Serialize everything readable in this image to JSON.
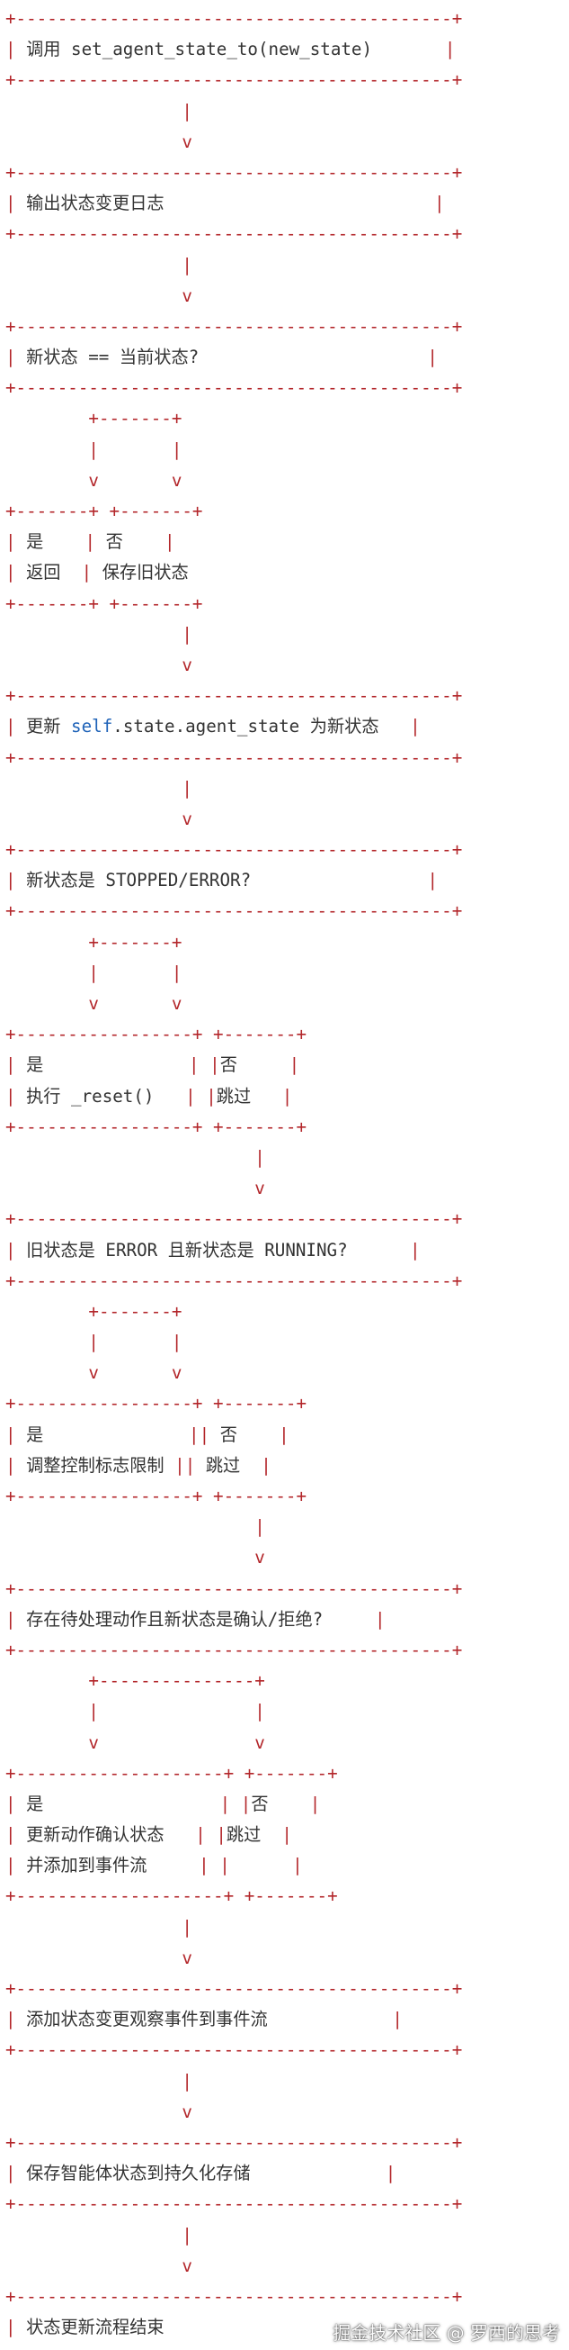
{
  "diagram": {
    "lines": [
      [
        {
          "t": "+------------------------------------------+",
          "k": "b"
        }
      ],
      [
        {
          "t": "| ",
          "k": "b"
        },
        {
          "t": "调用 set_agent_state_to(new_state)",
          "k": "t"
        },
        {
          "t": "       |",
          "k": "b"
        }
      ],
      [
        {
          "t": "+------------------------------------------+",
          "k": "b"
        }
      ],
      [
        {
          "t": "                 |",
          "k": "b"
        }
      ],
      [
        {
          "t": "                 v",
          "k": "b"
        }
      ],
      [
        {
          "t": "+------------------------------------------+",
          "k": "b"
        }
      ],
      [
        {
          "t": "| ",
          "k": "b"
        },
        {
          "t": "输出状态变更日志",
          "k": "t"
        },
        {
          "t": "                          |",
          "k": "b"
        }
      ],
      [
        {
          "t": "+------------------------------------------+",
          "k": "b"
        }
      ],
      [
        {
          "t": "                 |",
          "k": "b"
        }
      ],
      [
        {
          "t": "                 v",
          "k": "b"
        }
      ],
      [
        {
          "t": "+------------------------------------------+",
          "k": "b"
        }
      ],
      [
        {
          "t": "| ",
          "k": "b"
        },
        {
          "t": "新状态 == 当前状态?",
          "k": "t"
        },
        {
          "t": "                      |",
          "k": "b"
        }
      ],
      [
        {
          "t": "+------------------------------------------+",
          "k": "b"
        }
      ],
      [
        {
          "t": "        +-------+",
          "k": "b"
        }
      ],
      [
        {
          "t": "        |       |",
          "k": "b"
        }
      ],
      [
        {
          "t": "        v       v",
          "k": "b"
        }
      ],
      [
        {
          "t": "+-------+ +-------+",
          "k": "b"
        }
      ],
      [
        {
          "t": "| ",
          "k": "b"
        },
        {
          "t": "是",
          "k": "t"
        },
        {
          "t": "    | ",
          "k": "b"
        },
        {
          "t": "否",
          "k": "t"
        },
        {
          "t": "    |",
          "k": "b"
        }
      ],
      [
        {
          "t": "| ",
          "k": "b"
        },
        {
          "t": "返回",
          "k": "t"
        },
        {
          "t": "  | ",
          "k": "b"
        },
        {
          "t": "保存旧状态",
          "k": "t"
        }
      ],
      [
        {
          "t": "+-------+ +-------+",
          "k": "b"
        }
      ],
      [
        {
          "t": "                 |",
          "k": "b"
        }
      ],
      [
        {
          "t": "                 v",
          "k": "b"
        }
      ],
      [
        {
          "t": "+------------------------------------------+",
          "k": "b"
        }
      ],
      [
        {
          "t": "| ",
          "k": "b"
        },
        {
          "t": "更新 ",
          "k": "t"
        },
        {
          "t": "self",
          "k": "k"
        },
        {
          "t": ".state.agent_state 为新状态",
          "k": "t"
        },
        {
          "t": "   |",
          "k": "b"
        }
      ],
      [
        {
          "t": "+------------------------------------------+",
          "k": "b"
        }
      ],
      [
        {
          "t": "                 |",
          "k": "b"
        }
      ],
      [
        {
          "t": "                 v",
          "k": "b"
        }
      ],
      [
        {
          "t": "+------------------------------------------+",
          "k": "b"
        }
      ],
      [
        {
          "t": "| ",
          "k": "b"
        },
        {
          "t": "新状态是 STOPPED/ERROR?",
          "k": "t"
        },
        {
          "t": "                 |",
          "k": "b"
        }
      ],
      [
        {
          "t": "+------------------------------------------+",
          "k": "b"
        }
      ],
      [
        {
          "t": "        +-------+",
          "k": "b"
        }
      ],
      [
        {
          "t": "        |       |",
          "k": "b"
        }
      ],
      [
        {
          "t": "        v       v",
          "k": "b"
        }
      ],
      [
        {
          "t": "+-----------------+ +-------+",
          "k": "b"
        }
      ],
      [
        {
          "t": "| ",
          "k": "b"
        },
        {
          "t": "是",
          "k": "t"
        },
        {
          "t": "              | |",
          "k": "b"
        },
        {
          "t": "否",
          "k": "t"
        },
        {
          "t": "     |",
          "k": "b"
        }
      ],
      [
        {
          "t": "| ",
          "k": "b"
        },
        {
          "t": "执行 _reset()",
          "k": "t"
        },
        {
          "t": "   | |",
          "k": "b"
        },
        {
          "t": "跳过",
          "k": "t"
        },
        {
          "t": "   |",
          "k": "b"
        }
      ],
      [
        {
          "t": "+-----------------+ +-------+",
          "k": "b"
        }
      ],
      [
        {
          "t": "                        |",
          "k": "b"
        }
      ],
      [
        {
          "t": "                        v",
          "k": "b"
        }
      ],
      [
        {
          "t": "+------------------------------------------+",
          "k": "b"
        }
      ],
      [
        {
          "t": "| ",
          "k": "b"
        },
        {
          "t": "旧状态是 ERROR 且新状态是 RUNNING?",
          "k": "t"
        },
        {
          "t": "      |",
          "k": "b"
        }
      ],
      [
        {
          "t": "+------------------------------------------+",
          "k": "b"
        }
      ],
      [
        {
          "t": "        +-------+",
          "k": "b"
        }
      ],
      [
        {
          "t": "        |       |",
          "k": "b"
        }
      ],
      [
        {
          "t": "        v       v",
          "k": "b"
        }
      ],
      [
        {
          "t": "+-----------------+ +-------+",
          "k": "b"
        }
      ],
      [
        {
          "t": "| ",
          "k": "b"
        },
        {
          "t": "是",
          "k": "t"
        },
        {
          "t": "              || ",
          "k": "b"
        },
        {
          "t": "否",
          "k": "t"
        },
        {
          "t": "    |",
          "k": "b"
        }
      ],
      [
        {
          "t": "| ",
          "k": "b"
        },
        {
          "t": "调整控制标志限制",
          "k": "t"
        },
        {
          "t": " || ",
          "k": "b"
        },
        {
          "t": "跳过",
          "k": "t"
        },
        {
          "t": "  |",
          "k": "b"
        }
      ],
      [
        {
          "t": "+-----------------+ +-------+",
          "k": "b"
        }
      ],
      [
        {
          "t": "                        |",
          "k": "b"
        }
      ],
      [
        {
          "t": "                        v",
          "k": "b"
        }
      ],
      [
        {
          "t": "+------------------------------------------+",
          "k": "b"
        }
      ],
      [
        {
          "t": "| ",
          "k": "b"
        },
        {
          "t": "存在待处理动作且新状态是确认/拒绝?",
          "k": "t"
        },
        {
          "t": "     |",
          "k": "b"
        }
      ],
      [
        {
          "t": "+------------------------------------------+",
          "k": "b"
        }
      ],
      [
        {
          "t": "        +---------------+",
          "k": "b"
        }
      ],
      [
        {
          "t": "        |               |",
          "k": "b"
        }
      ],
      [
        {
          "t": "        v               v",
          "k": "b"
        }
      ],
      [
        {
          "t": "+--------------------+ +-------+",
          "k": "b"
        }
      ],
      [
        {
          "t": "| ",
          "k": "b"
        },
        {
          "t": "是",
          "k": "t"
        },
        {
          "t": "                 | |",
          "k": "b"
        },
        {
          "t": "否",
          "k": "t"
        },
        {
          "t": "    |",
          "k": "b"
        }
      ],
      [
        {
          "t": "| ",
          "k": "b"
        },
        {
          "t": "更新动作确认状态",
          "k": "t"
        },
        {
          "t": "   | |",
          "k": "b"
        },
        {
          "t": "跳过",
          "k": "t"
        },
        {
          "t": "  |",
          "k": "b"
        }
      ],
      [
        {
          "t": "| ",
          "k": "b"
        },
        {
          "t": "并添加到事件流",
          "k": "t"
        },
        {
          "t": "     | |",
          "k": "b"
        },
        {
          "t": "      |",
          "k": "b"
        }
      ],
      [
        {
          "t": "+--------------------+ +-------+",
          "k": "b"
        }
      ],
      [
        {
          "t": "                 |",
          "k": "b"
        }
      ],
      [
        {
          "t": "                 v",
          "k": "b"
        }
      ],
      [
        {
          "t": "+------------------------------------------+",
          "k": "b"
        }
      ],
      [
        {
          "t": "| ",
          "k": "b"
        },
        {
          "t": "添加状态变更观察事件到事件流",
          "k": "t"
        },
        {
          "t": "            |",
          "k": "b"
        }
      ],
      [
        {
          "t": "+------------------------------------------+",
          "k": "b"
        }
      ],
      [
        {
          "t": "                 |",
          "k": "b"
        }
      ],
      [
        {
          "t": "                 v",
          "k": "b"
        }
      ],
      [
        {
          "t": "+------------------------------------------+",
          "k": "b"
        }
      ],
      [
        {
          "t": "| ",
          "k": "b"
        },
        {
          "t": "保存智能体状态到持久化存储",
          "k": "t"
        },
        {
          "t": "             |",
          "k": "b"
        }
      ],
      [
        {
          "t": "+------------------------------------------+",
          "k": "b"
        }
      ],
      [
        {
          "t": "                 |",
          "k": "b"
        }
      ],
      [
        {
          "t": "                 v",
          "k": "b"
        }
      ],
      [
        {
          "t": "+------------------------------------------+",
          "k": "b"
        }
      ],
      [
        {
          "t": "| ",
          "k": "b"
        },
        {
          "t": "状态更新流程结束",
          "k": "t"
        }
      ],
      [
        {
          "t": "+------------------------------------------+",
          "k": "b"
        }
      ]
    ]
  },
  "watermark": "掘金技术社区 @ 罗西的思考",
  "colors": {
    "border": "#b3262a",
    "text": "#333333",
    "keyword": "#1f63b8",
    "background": "#ffffff"
  }
}
